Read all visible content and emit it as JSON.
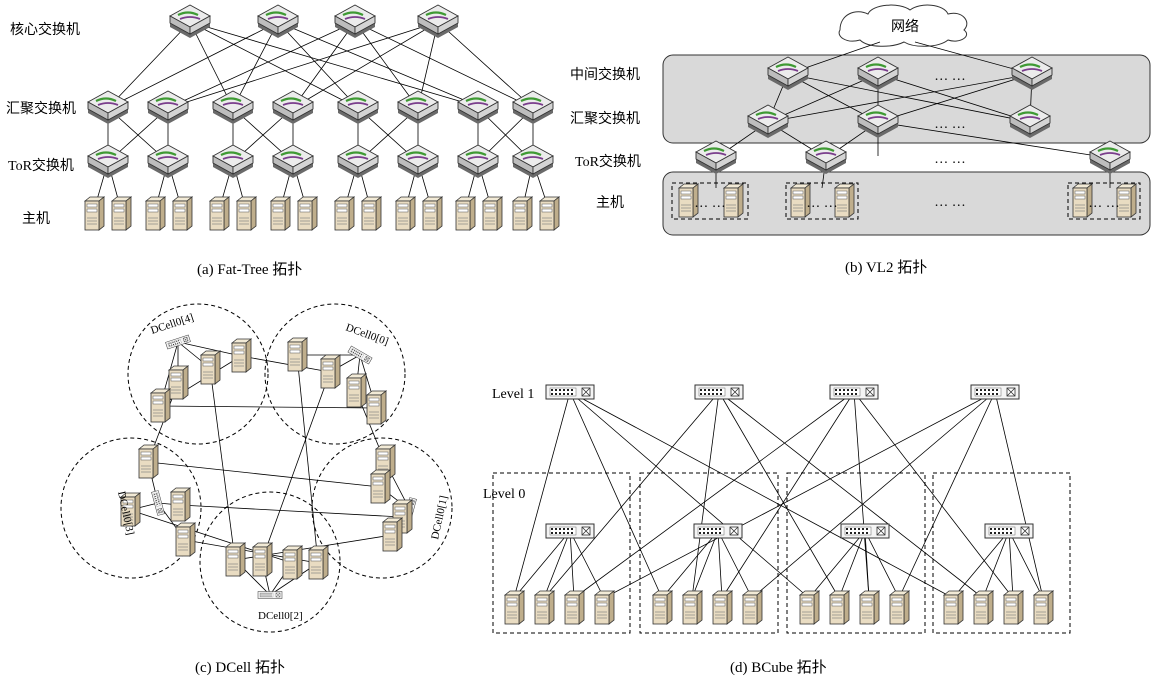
{
  "fat_tree": {
    "labels": {
      "core": "核心交换机",
      "agg": "汇聚交换机",
      "tor": "ToR交换机",
      "host": "主机"
    },
    "caption": "(a) Fat-Tree 拓扑"
  },
  "vl2": {
    "labels": {
      "internet": "网络",
      "intermediate": "中间交换机",
      "agg": "汇聚交换机",
      "tor": "ToR交换机",
      "host": "主机"
    },
    "ellipsis": "… …",
    "caption": "(b) VL2 拓扑"
  },
  "dcell": {
    "cells": [
      "DCell0[0]",
      "DCell0[1]",
      "DCell0[2]",
      "DCell0[3]",
      "DCell0[4]"
    ],
    "caption": "(c) DCell 拓扑"
  },
  "bcube": {
    "levels": {
      "level1": "Level 1",
      "level0": "Level 0"
    },
    "caption": "(d) BCube 拓扑"
  },
  "colors": {
    "switch_body": "#e4e4e4",
    "switch_accent": "#4a9a3a",
    "switch_purple": "#7a3e8c",
    "server_body": "#e9dcc2",
    "panel_gray": "#d9d9d9"
  },
  "icons": [
    "router-icon",
    "server-icon",
    "flat-switch-icon",
    "cloud-icon"
  ]
}
